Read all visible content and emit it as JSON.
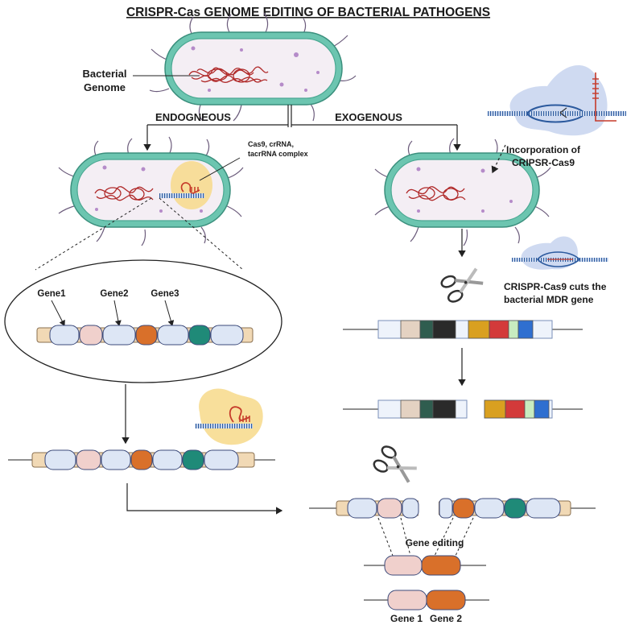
{
  "title": "CRISPR-Cas GENOME EDITING OF BACTERIAL PATHOGENS",
  "labels": {
    "bacterial_genome_line1": "Bacterial",
    "bacterial_genome_line2": "Genome",
    "endogenous": "ENDOGNEOUS",
    "exogenous": "EXOGENOUS",
    "complex_line1": "Cas9, crRNA,",
    "complex_line2": "tacrRNA complex",
    "incorporation_line1": "Incorporation of",
    "incorporation_line2": "CRIPSR-Cas9",
    "cuts_line1": "CRISPR-Cas9 cuts the",
    "cuts_line2": "bacterial MDR gene",
    "gene_editing": "Gene editing",
    "gene1": "Gene1",
    "gene2": "Gene2",
    "gene3": "Gene3",
    "final_gene1": "Gene 1",
    "final_gene2": "Gene 2"
  },
  "colors": {
    "cell_wall": "#6cc5b0",
    "cell_outline": "#3b8f7d",
    "cytoplasm": "#f4eef4",
    "dna_tangle": "#b02a2a",
    "strand_tan": "#f1d9b5",
    "segment_lightblue": "#dde6f5",
    "segment_pink": "#f0d0cc",
    "segment_orange": "#d9702a",
    "segment_teal": "#1f8a78",
    "mdr_beige": "#e4d2c2",
    "mdr_darkgreen": "#2f5d4f",
    "mdr_black": "#2a2a2a",
    "mdr_gold": "#d9a020",
    "mdr_red": "#d33a3a",
    "mdr_lightgreen": "#c8ecc0",
    "mdr_blue": "#2f6fd0",
    "cas9_blob": "#f7d98a",
    "cas9_blob_blue": "#c7d3ee"
  }
}
